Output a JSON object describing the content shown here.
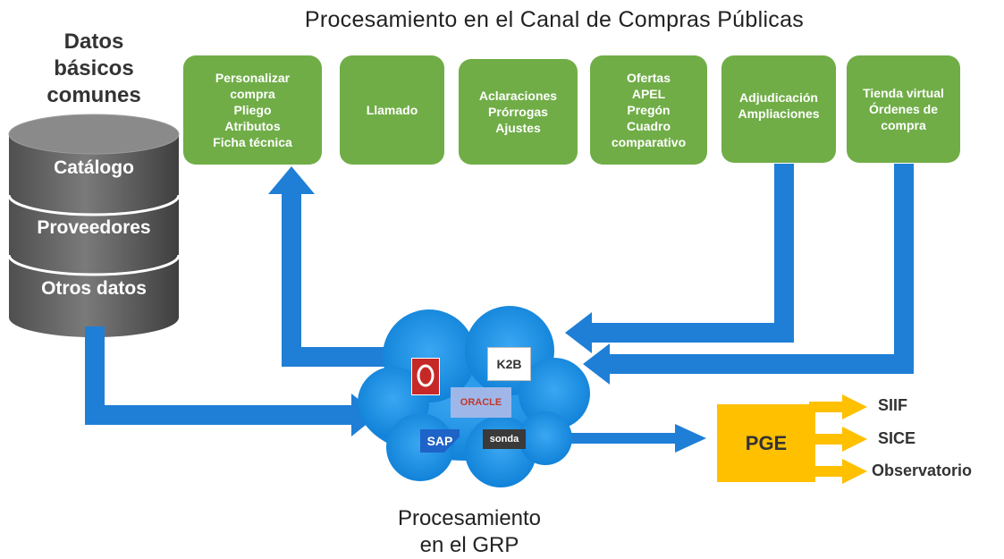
{
  "title": "Procesamiento en el Canal de Compras Públicas",
  "database": {
    "title_lines": [
      "Datos",
      "básicos",
      "comunes"
    ],
    "layers": [
      "Catálogo",
      "Proveedores",
      "Otros datos"
    ]
  },
  "steps": [
    {
      "lines": [
        "Personalizar",
        "compra",
        "Pliego",
        "Atributos",
        "Ficha técnica"
      ]
    },
    {
      "lines": [
        "Llamado"
      ]
    },
    {
      "lines": [
        "Aclaraciones",
        "Prórrogas",
        "Ajustes"
      ]
    },
    {
      "lines": [
        "Ofertas",
        "APEL",
        "Pregón",
        "Cuadro",
        "comparativo"
      ]
    },
    {
      "lines": [
        "Adjudicación",
        "Ampliaciones"
      ]
    },
    {
      "lines": [
        "Tienda virtual",
        "Órdenes de",
        "compra"
      ]
    }
  ],
  "grp": {
    "label_lines": [
      "Procesamiento",
      "en el GRP"
    ],
    "logos": [
      "ORACLE",
      "SAP",
      "K2B",
      "sonda"
    ]
  },
  "pge": {
    "label": "PGE"
  },
  "destinations": [
    "SIIF",
    "SICE",
    "Observatorio"
  ],
  "colors": {
    "step": "#70ad47",
    "arrow": "#1f7fd6",
    "database": "#6b6b6b",
    "pge": "#ffc000",
    "cloud": "#1b8fe6"
  }
}
